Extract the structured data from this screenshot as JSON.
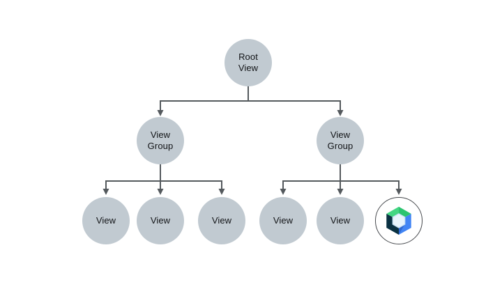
{
  "diagram": {
    "description": "View hierarchy tree",
    "nodes": {
      "root": {
        "label": "Root\nView"
      },
      "group_left": {
        "label": "View\nGroup"
      },
      "group_right": {
        "label": "View\nGroup"
      },
      "view_l1": {
        "label": "View"
      },
      "view_l2": {
        "label": "View"
      },
      "view_l3": {
        "label": "View"
      },
      "view_r1": {
        "label": "View"
      },
      "view_r2": {
        "label": "View"
      },
      "compose": {
        "icon": "jetpack-compose-logo"
      }
    },
    "edges": [
      {
        "from": "root",
        "to": "group_left"
      },
      {
        "from": "root",
        "to": "group_right"
      },
      {
        "from": "group_left",
        "to": "view_l1"
      },
      {
        "from": "group_left",
        "to": "view_l2"
      },
      {
        "from": "group_left",
        "to": "view_l3"
      },
      {
        "from": "group_right",
        "to": "view_r1"
      },
      {
        "from": "group_right",
        "to": "view_r2"
      },
      {
        "from": "group_right",
        "to": "compose"
      }
    ],
    "colors": {
      "background": "#FFFFFF",
      "node_fill": "#C1CAD1",
      "connector": "#54595D",
      "label_text": "#121417",
      "logo_ring": "#46494D",
      "logo_green_light": "#43D683",
      "logo_green_dark": "#2CC470",
      "logo_blue": "#4285F4",
      "logo_blue_dark": "#2E69D1",
      "logo_navy": "#0A3142",
      "logo_inner_hex": "#E8F4FC",
      "logo_inner_hex_edge": "#C9E2F5"
    }
  }
}
